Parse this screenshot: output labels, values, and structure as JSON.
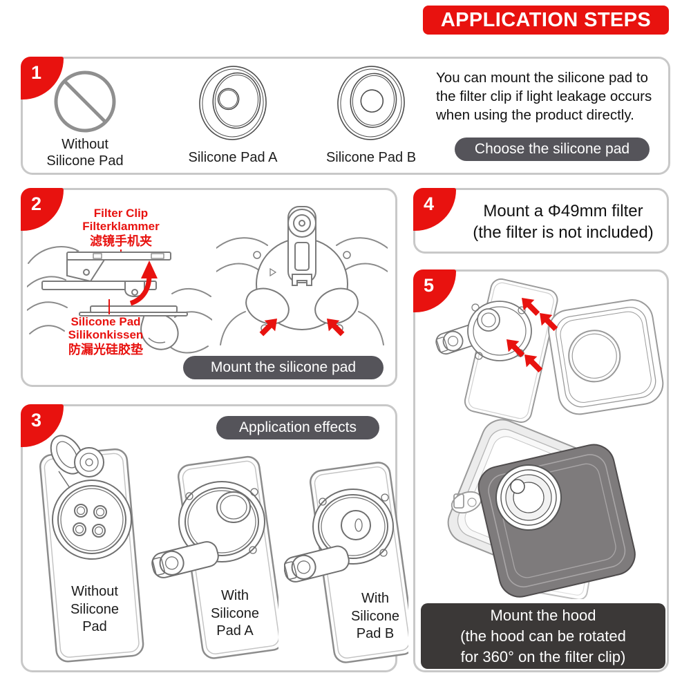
{
  "banner": {
    "title": "APPLICATION STEPS"
  },
  "colors": {
    "red": "#e8120f",
    "pill": "#55545a",
    "dark_panel": "#3b3837",
    "box_border": "#c8c8c8"
  },
  "step1": {
    "number": "1",
    "without_label": [
      "Without",
      "Silicone Pad"
    ],
    "pad_a_label": "Silicone Pad A",
    "pad_b_label": "Silicone Pad B",
    "description": [
      "You can mount the silicone pad to",
      "the filter clip if light leakage occurs",
      "when using the product directly."
    ],
    "badge": "Choose the silicone pad"
  },
  "step2": {
    "number": "2",
    "filter_clip_label": [
      "Filter Clip",
      "Filterklammer",
      "滤镜手机夹"
    ],
    "silicone_pad_label": [
      "Silicone Pad",
      "Silikonkissen",
      "防漏光硅胶垫"
    ],
    "badge": "Mount the silicone pad"
  },
  "step3": {
    "number": "3",
    "badge": "Application effects",
    "phone_labels": [
      [
        "Without",
        "Silicone",
        "Pad"
      ],
      [
        "With",
        "Silicone",
        "Pad A"
      ],
      [
        "With",
        "Silicone",
        "Pad B"
      ]
    ]
  },
  "step4": {
    "number": "4",
    "text": [
      "Mount a Φ49mm filter",
      "(the filter is not included)"
    ]
  },
  "step5": {
    "number": "5",
    "badge": [
      "Mount the hood",
      "(the hood can be rotated",
      "for 360° on the filter clip)"
    ]
  }
}
